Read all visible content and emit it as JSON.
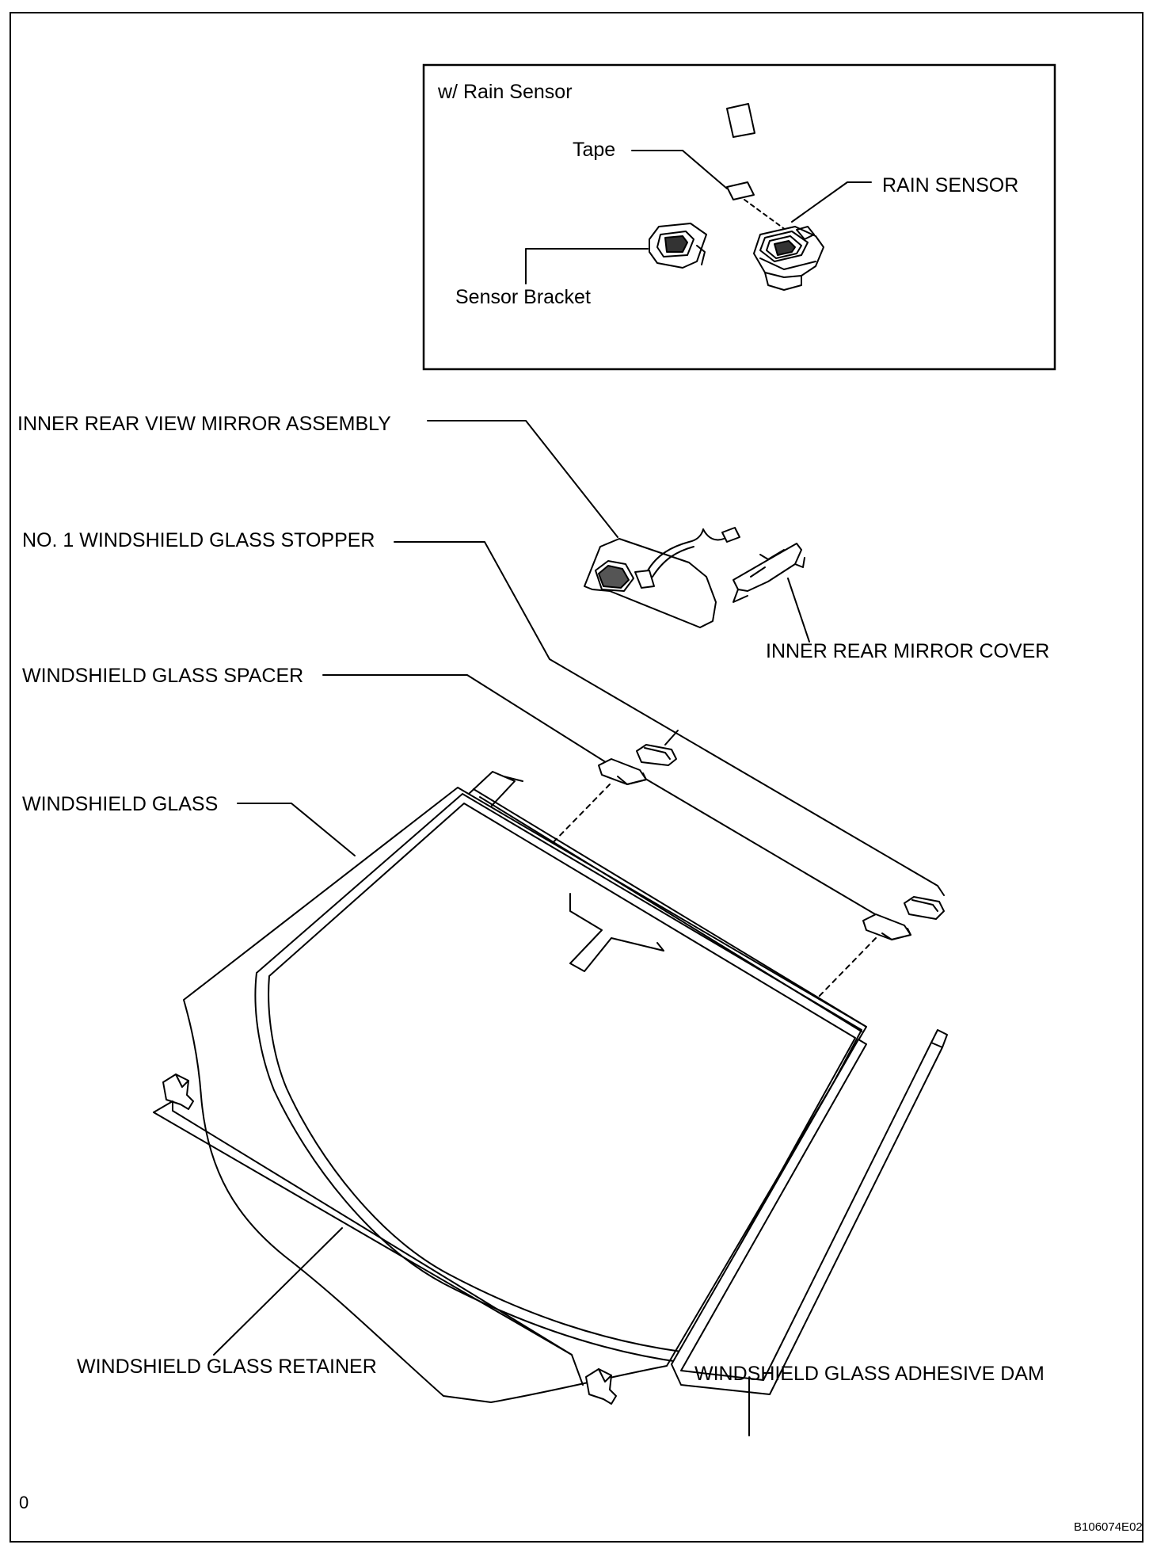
{
  "inset": {
    "title": "w/ Rain Sensor",
    "labels": {
      "tape": "Tape",
      "rain_sensor": "RAIN SENSOR",
      "sensor_bracket": "Sensor Bracket"
    }
  },
  "labels": {
    "inner_rear_view_mirror_assembly": "INNER REAR VIEW MIRROR ASSEMBLY",
    "no1_windshield_glass_stopper": "NO. 1 WINDSHIELD GLASS STOPPER",
    "inner_rear_mirror_cover": "INNER REAR MIRROR COVER",
    "windshield_glass_spacer": "WINDSHIELD GLASS SPACER",
    "windshield_glass": "WINDSHIELD GLASS",
    "windshield_glass_retainer": "WINDSHIELD GLASS RETAINER",
    "windshield_glass_adhesive_dam": "WINDSHIELD GLASS ADHESIVE DAM"
  },
  "footer": {
    "left_mark": "0",
    "figure_code": "B106074E02"
  }
}
